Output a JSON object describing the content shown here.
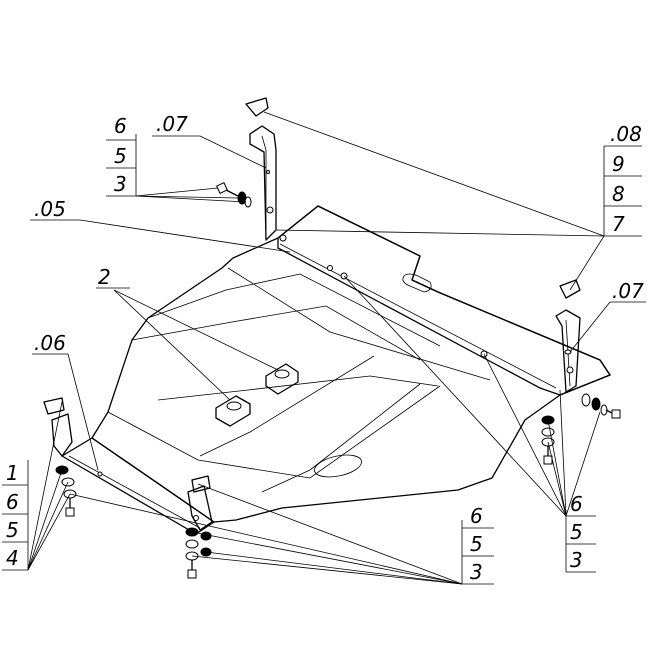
{
  "callouts": {
    "top_left_stack": [
      "6",
      "5",
      "3"
    ],
    "top_left_ref": ".07",
    "left_ref": ".05",
    "center_ref": "2",
    "left_mid_ref": ".06",
    "left_bottom_stack": [
      "1",
      "6",
      "5",
      "4"
    ],
    "bottom_center_stack": [
      "6",
      "5",
      "3"
    ],
    "top_right_ref": ".08",
    "top_right_stack": [
      "9",
      "8",
      "7"
    ],
    "right_ref": ".07",
    "bottom_right_stack": [
      "6",
      "5",
      "3"
    ]
  }
}
